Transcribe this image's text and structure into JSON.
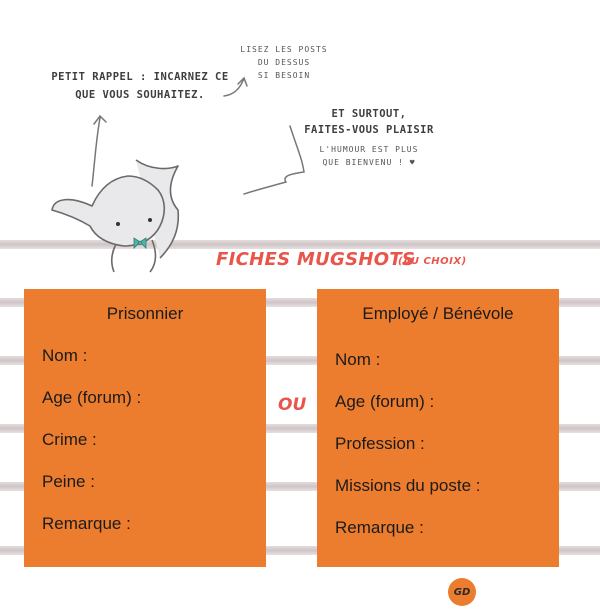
{
  "notes": {
    "reminder_line1": "PETIT RAPPEL : INCARNEZ CE",
    "reminder_line2": "QUE VOUS SOUHAITEZ.",
    "read_line1": "LISEZ LES POSTS",
    "read_line2": "DU DESSUS",
    "read_line3": "SI BESOIN",
    "fun_line1": "ET SURTOUT,",
    "fun_line2": "FAITES-VOUS PLAISIR",
    "humor_line1": "L'HUMOUR EST PLUS",
    "humor_line2": "QUE BIENVENU ! ♥"
  },
  "section": {
    "title": "FICHES MUGSHOTS",
    "subtitle": "(AU CHOIX)",
    "separator": "OU"
  },
  "cards": [
    {
      "title": "Prisonnier",
      "fields": [
        "Nom :",
        "Age (forum) :",
        "Crime :",
        "Peine :",
        "Remarque :"
      ]
    },
    {
      "title": "Employé / Bénévole",
      "fields": [
        "Nom :",
        "Age (forum) :",
        "Profession :",
        "Missions du poste :",
        "Remarque :"
      ]
    }
  ],
  "badge": "GD",
  "colors": {
    "card": "#ec7c2e",
    "title_red": "#e8564b",
    "line_gray": "#cfc5c6",
    "bow_teal": "#4fb3a5"
  },
  "icons": [
    "cat-character-icon",
    "curved-arrow-icon"
  ]
}
